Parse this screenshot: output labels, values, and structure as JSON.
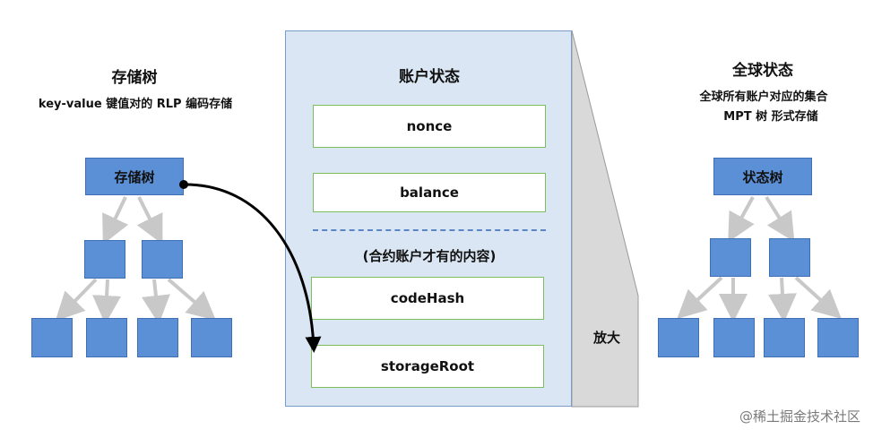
{
  "left": {
    "title": "存储树",
    "subtitle": "key-value 键值对的 RLP 编码存储",
    "root_label": "存储树"
  },
  "center": {
    "title": "账户状态",
    "fields": [
      "nonce",
      "balance",
      "codeHash",
      "storageRoot"
    ],
    "contract_note": "(合约账户才有的内容)",
    "zoom_label": "放大"
  },
  "right": {
    "title": "全球状态",
    "subtitle_line1": "全球所有账户对应的集合",
    "subtitle_line2": "MPT 树 形式存储",
    "root_label": "状态树"
  },
  "watermark": "@稀土掘金技术社区",
  "colors": {
    "node_fill": "#5b8fd6",
    "panel_fill": "#dbe6f4",
    "field_border": "#7dbd5a",
    "dashed_line": "#5a86c8",
    "arrow": "#cccccc",
    "zoom_fill": "#d9d9d9"
  }
}
